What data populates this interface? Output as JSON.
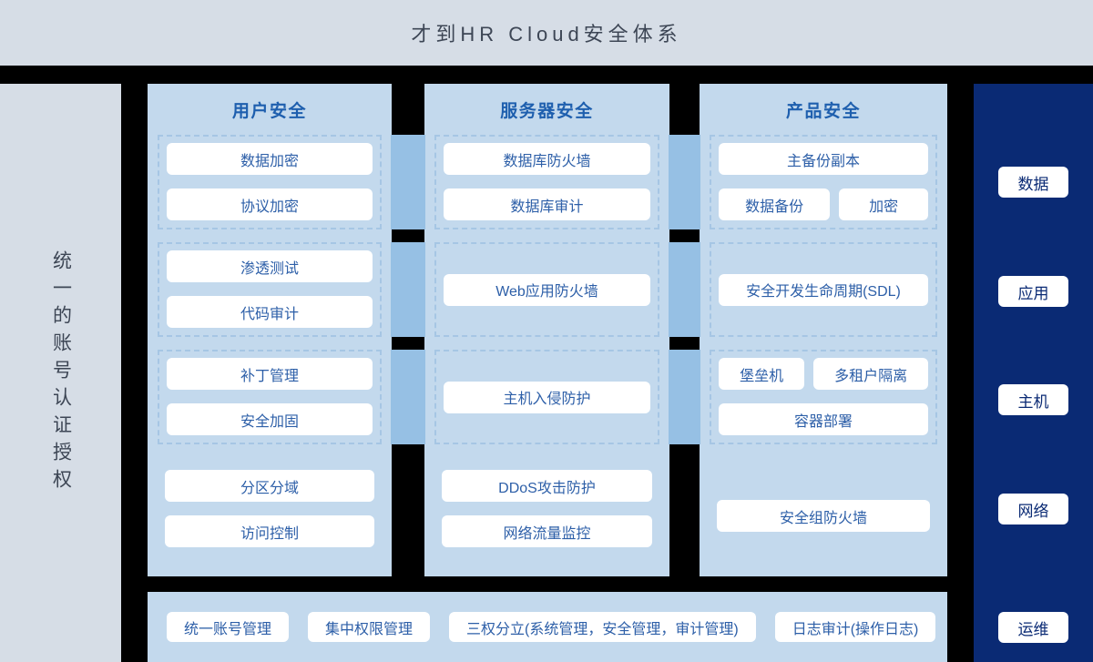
{
  "title": "才到HR Cloud安全体系",
  "left_panel": {
    "label": "统一的账号认证授权"
  },
  "columns": [
    {
      "title": "用户安全",
      "groups": [
        {
          "style": "dashed",
          "rows": [
            [
              {
                "label": "数据加密"
              }
            ],
            [
              {
                "label": "协议加密"
              }
            ]
          ]
        },
        {
          "style": "dashed",
          "rows": [
            [
              {
                "label": "渗透测试"
              }
            ],
            [
              {
                "label": "代码审计"
              }
            ]
          ]
        },
        {
          "style": "dashed",
          "rows": [
            [
              {
                "label": "补丁管理"
              }
            ],
            [
              {
                "label": "安全加固"
              }
            ]
          ]
        },
        {
          "style": "plain",
          "rows": [
            [
              {
                "label": "分区分域"
              }
            ],
            [
              {
                "label": "访问控制"
              }
            ]
          ]
        }
      ]
    },
    {
      "title": "服务器安全",
      "groups": [
        {
          "style": "dashed",
          "rows": [
            [
              {
                "label": "数据库防火墙"
              }
            ],
            [
              {
                "label": "数据库审计"
              }
            ]
          ]
        },
        {
          "style": "dashed",
          "center": true,
          "rows": [
            [
              {
                "label": "Web应用防火墙"
              }
            ]
          ]
        },
        {
          "style": "dashed",
          "center": true,
          "rows": [
            [
              {
                "label": "主机入侵防护"
              }
            ]
          ]
        },
        {
          "style": "plain",
          "rows": [
            [
              {
                "label": "DDoS攻击防护"
              }
            ],
            [
              {
                "label": "网络流量监控"
              }
            ]
          ]
        }
      ]
    },
    {
      "title": "产品安全",
      "groups": [
        {
          "style": "dashed",
          "rows": [
            [
              {
                "label": "主备份副本"
              }
            ],
            [
              {
                "label": "数据备份",
                "flex": 5
              },
              {
                "label": "加密",
                "flex": 4
              }
            ]
          ]
        },
        {
          "style": "dashed",
          "center": true,
          "rows": [
            [
              {
                "label": "安全开发生命周期(SDL)"
              }
            ]
          ]
        },
        {
          "style": "dashed",
          "rows": [
            [
              {
                "label": "堡垒机",
                "flex": 3
              },
              {
                "label": "多租户隔离",
                "flex": 4
              }
            ],
            [
              {
                "label": "容器部署"
              }
            ]
          ]
        },
        {
          "style": "plain",
          "center": true,
          "rows": [
            [
              {
                "label": "安全组防火墙"
              }
            ]
          ]
        }
      ]
    }
  ],
  "right_panel": {
    "items": [
      "数据",
      "应用",
      "主机",
      "网络",
      "运维"
    ]
  },
  "bottom_bar": {
    "items": [
      "统一账号管理",
      "集中权限管理",
      "三权分立(系统管理，安全管理，审计管理)",
      "日志审计(操作日志)"
    ]
  },
  "colors": {
    "background": "#000000",
    "panel_light": "#d6dde6",
    "column_bg": "#c3d9ed",
    "connector": "#96c0e4",
    "navy": "#0a2a74",
    "box_text": "#2d5fa8",
    "column_title_text": "#1e5fae",
    "dark_text": "#3d4655"
  }
}
